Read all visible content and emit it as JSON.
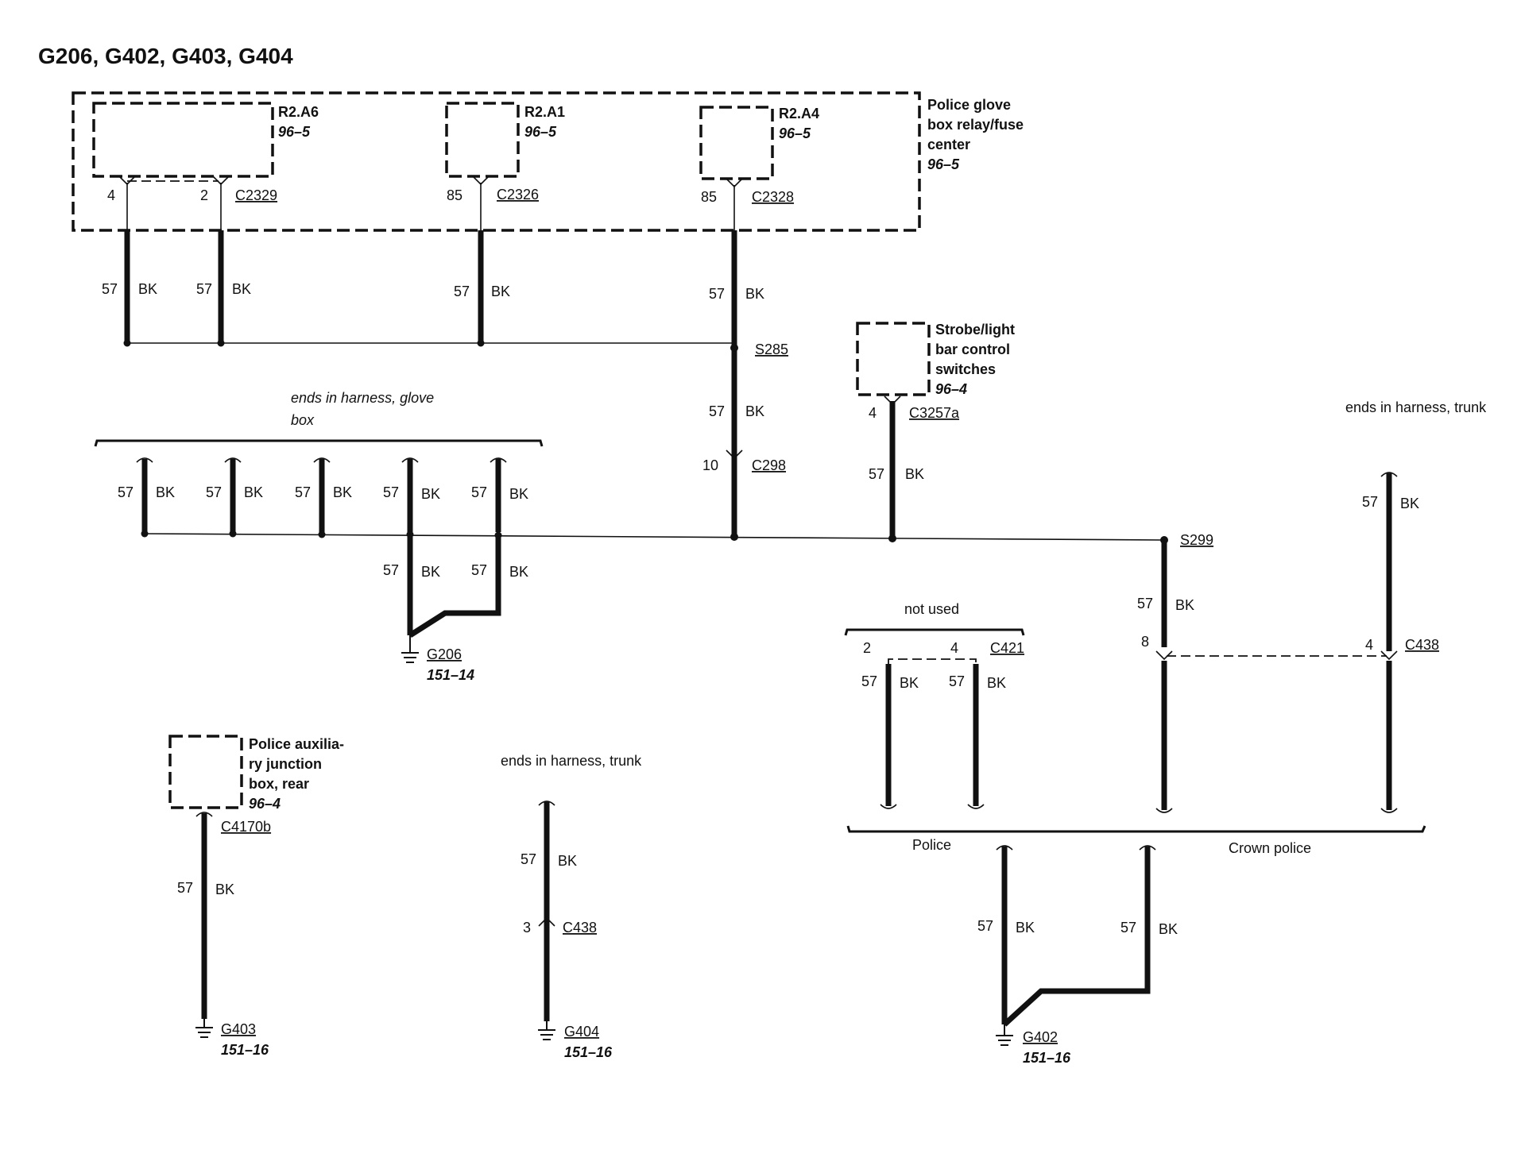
{
  "title": "G206, G402, G403, G404",
  "components": {
    "glove_box_center": {
      "name_lines": [
        "Police glove",
        "box relay/fuse",
        "center"
      ],
      "page_ref": "96–5"
    },
    "relay_a6": {
      "name": "R2.A6",
      "page_ref": "96–5"
    },
    "relay_a1": {
      "name": "R2.A1",
      "page_ref": "96–5"
    },
    "relay_a4": {
      "name": "R2.A4",
      "page_ref": "96–5"
    },
    "strobe_switches": {
      "name_lines": [
        "Strobe/light",
        "bar control",
        "switches"
      ],
      "page_ref": "96–4"
    },
    "aux_junction_box": {
      "name_lines": [
        "Police auxilia-",
        "ry junction",
        "box, rear"
      ],
      "page_ref": "96–4"
    }
  },
  "connectors": {
    "c2329": {
      "id": "C2329",
      "pins": [
        "4",
        "2"
      ]
    },
    "c2326": {
      "id": "C2326",
      "pin": "85"
    },
    "c2328": {
      "id": "C2328",
      "pin": "85"
    },
    "c298": {
      "id": "C298",
      "pin": "10"
    },
    "c3257a": {
      "id": "C3257a",
      "pin": "4"
    },
    "c421": {
      "id": "C421",
      "pins": [
        "2",
        "4"
      ]
    },
    "c438_right": {
      "id": "C438",
      "pins": [
        "8",
        "4"
      ]
    },
    "c438_mid": {
      "id": "C438",
      "pin": "3"
    },
    "c4170b": {
      "id": "C4170b"
    }
  },
  "splices": {
    "s285": "S285",
    "s299": "S299"
  },
  "grounds": {
    "g206": {
      "id": "G206",
      "page_ref": "151–14"
    },
    "g402": {
      "id": "G402",
      "page_ref": "151–16"
    },
    "g403": {
      "id": "G403",
      "page_ref": "151–16"
    },
    "g404": {
      "id": "G404",
      "page_ref": "151–16"
    }
  },
  "wire": {
    "circuit": "57",
    "color": "BK"
  },
  "notes": {
    "glove_box_harness": [
      "ends in harness, glove",
      "box"
    ],
    "trunk_harness_right": "ends in harness, trunk",
    "trunk_harness_mid": "ends in harness, trunk",
    "not_used": "not used",
    "police": "Police",
    "crown_police": "Crown police"
  }
}
